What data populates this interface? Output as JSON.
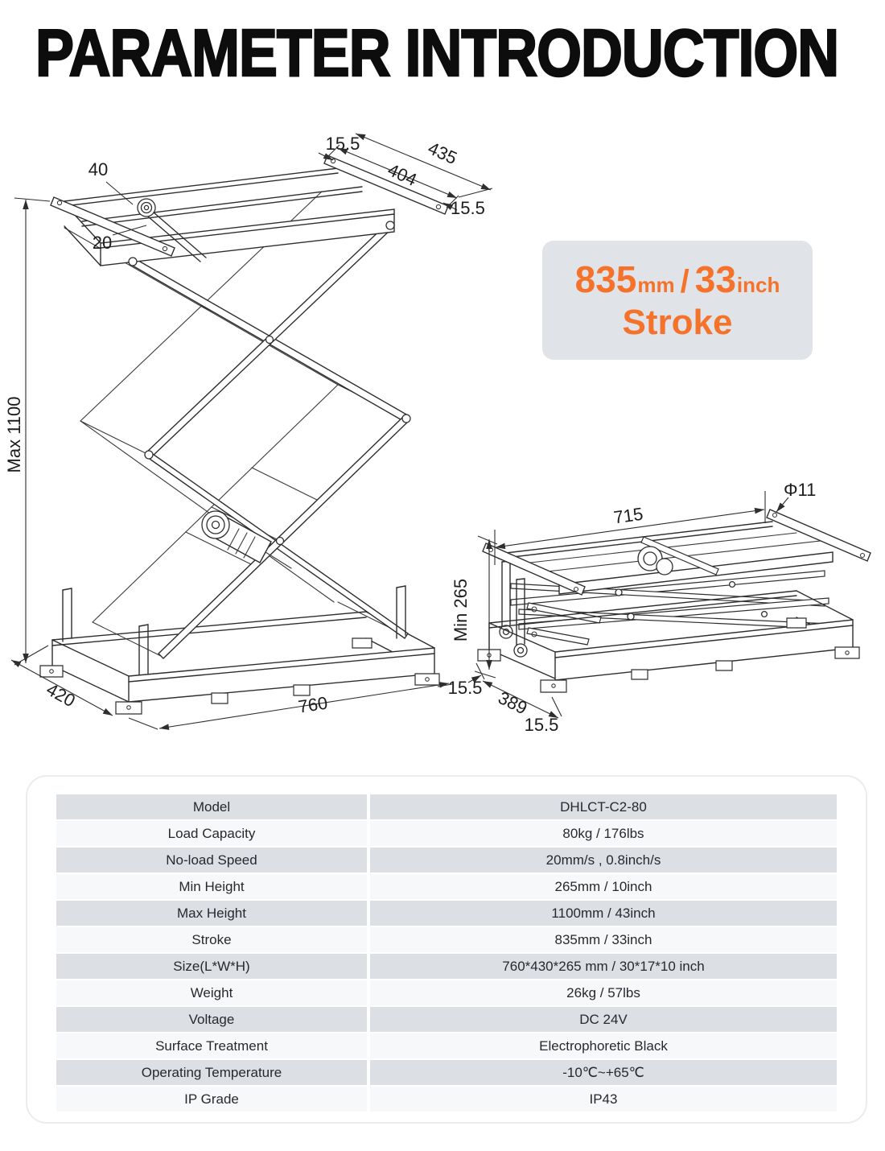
{
  "page": {
    "title": "PARAMETER INTRODUCTION"
  },
  "stroke_badge": {
    "mm_value": "835",
    "mm_unit": "mm",
    "slash": "/",
    "inch_value": "33",
    "inch_unit": "inch",
    "label": "Stroke",
    "accent_color": "#f5722b",
    "bg_color": "#e0e3e8"
  },
  "drawing_extended": {
    "description": "scissor lift table, raised position, isometric line drawing",
    "dims": {
      "top_plate": "40",
      "plate_offset": "20",
      "hole_edge_top": "15.5",
      "top_width_inner": "404",
      "top_width_outer": "435",
      "hole_edge_side": "15.5",
      "max_height": "Max 1100",
      "base_width": "420",
      "base_length": "760"
    }
  },
  "drawing_collapsed": {
    "description": "scissor lift table, lowered position, isometric line drawing",
    "dims": {
      "hole_diameter": "Φ11",
      "top_length": "715",
      "min_height": "Min 265",
      "foot_offset_left": "15.5",
      "base_width": "389",
      "foot_offset_bottom": "15.5"
    }
  },
  "spec_table": {
    "rows": [
      {
        "label": "Model",
        "value": "DHLCT-C2-80"
      },
      {
        "label": "Load Capacity",
        "value": "80kg / 176lbs"
      },
      {
        "label": "No-load Speed",
        "value": "20mm/s , 0.8inch/s"
      },
      {
        "label": "Min Height",
        "value": "265mm / 10inch"
      },
      {
        "label": "Max Height",
        "value": "1100mm / 43inch"
      },
      {
        "label": "Stroke",
        "value": "835mm / 33inch"
      },
      {
        "label": "Size(L*W*H)",
        "value": "760*430*265 mm / 30*17*10 inch"
      },
      {
        "label": "Weight",
        "value": "26kg / 57lbs"
      },
      {
        "label": "Voltage",
        "value": "DC 24V"
      },
      {
        "label": "Surface Treatment",
        "value": "Electrophoretic Black"
      },
      {
        "label": "Operating Temperature",
        "value": "-10℃~+65℃"
      },
      {
        "label": "IP Grade",
        "value": "IP43"
      }
    ]
  }
}
